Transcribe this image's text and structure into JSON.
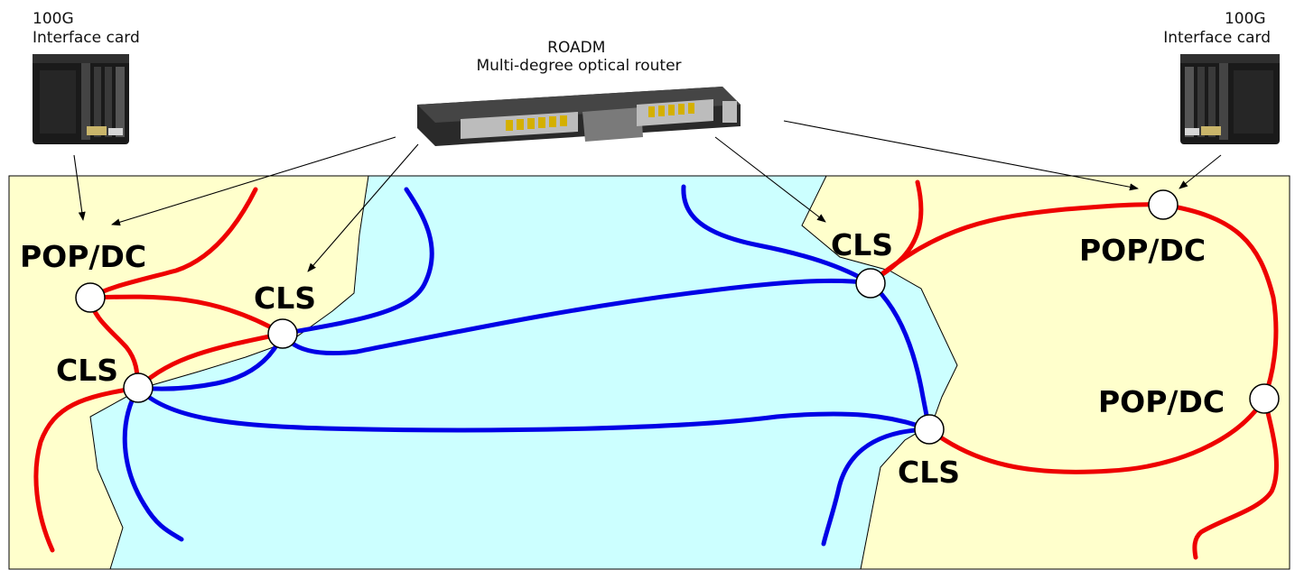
{
  "captions": {
    "left_card": [
      "100G",
      "Interface card"
    ],
    "right_card": [
      "100G",
      "Interface card"
    ],
    "roadm": [
      "ROADM",
      "Multi-degree optical router"
    ]
  },
  "labels": {
    "pop_dc_left": "POP/DC",
    "cls_left_upper": "CLS",
    "cls_left_lower": "CLS",
    "cls_right_upper": "CLS",
    "cls_right_lower": "CLS",
    "pop_dc_right_upper": "POP/DC",
    "pop_dc_right_lower": "POP/DC"
  },
  "colors": {
    "land": "#ffffcc",
    "water": "#ccffff",
    "terrestrial_link": "#ee0000",
    "submarine_link": "#0000e6"
  }
}
